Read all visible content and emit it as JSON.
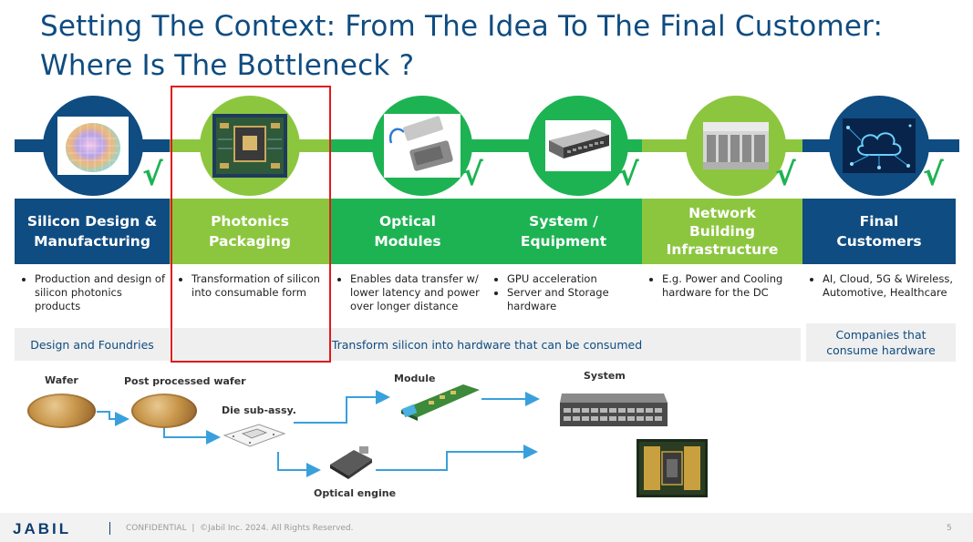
{
  "title_line1": "Setting The Context: From The Idea To The Final Customer:",
  "title_line2": "Where Is The Bottleneck ?",
  "check_glyph": "√",
  "stages": [
    {
      "label_l1": "Silicon Design &",
      "label_l2": "Manufacturing",
      "bullets": [
        "Production and design of silicon photonics products"
      ],
      "icon": "wafer-icon"
    },
    {
      "label_l1": "Photonics",
      "label_l2": "Packaging",
      "bullets": [
        "Transformation of silicon into consumable form"
      ],
      "icon": "chip-board-icon"
    },
    {
      "label_l1": "Optical",
      "label_l2": "Modules",
      "bullets": [
        "Enables data transfer w/ lower latency and power over longer distance"
      ],
      "icon": "optical-module-icon"
    },
    {
      "label_l1": "System /",
      "label_l2": "Equipment",
      "bullets": [
        "GPU acceleration",
        "Server and Storage hardware"
      ],
      "icon": "server-icon"
    },
    {
      "label_l1": "Network",
      "label_l2": "Building",
      "label_l3": "Infrastructure",
      "bullets": [
        "E.g. Power and Cooling hardware for the DC"
      ],
      "icon": "datacenter-icon"
    },
    {
      "label_l1": "Final",
      "label_l2": "Customers",
      "bullets": [
        "AI, Cloud, 5G & Wireless, Automotive, Healthcare"
      ],
      "icon": "cloud-network-icon"
    }
  ],
  "bottom_boxes": {
    "design": "Design and Foundries",
    "transform": "Transform silicon into hardware that can be consumed",
    "companies_l1": "Companies that",
    "companies_l2": "consume hardware"
  },
  "flow": {
    "wafer": "Wafer",
    "post_processed": "Post processed wafer",
    "die_sub_assy": "Die sub-assy.",
    "module": "Module",
    "system": "System",
    "optical_engine": "Optical engine"
  },
  "footer": {
    "logo": "JABIL",
    "confidential": "CONFIDENTIAL  |  ©Jabil Inc. 2024. All Rights Reserved.",
    "page_number": "5"
  },
  "colors": {
    "navy": "#0f4c81",
    "light_green": "#8cc63f",
    "green": "#1db353",
    "highlight_red": "#e0191b"
  }
}
